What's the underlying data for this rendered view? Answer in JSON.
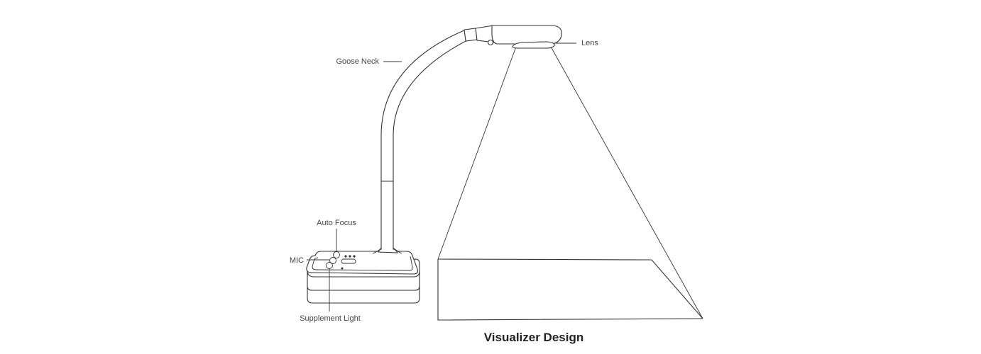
{
  "labels": {
    "lens": "Lens",
    "goose_neck": "Goose Neck",
    "auto_focus": "Auto Focus",
    "mic": "MIC",
    "supplement_light": "Supplement Light"
  },
  "caption": "Visualizer Design"
}
